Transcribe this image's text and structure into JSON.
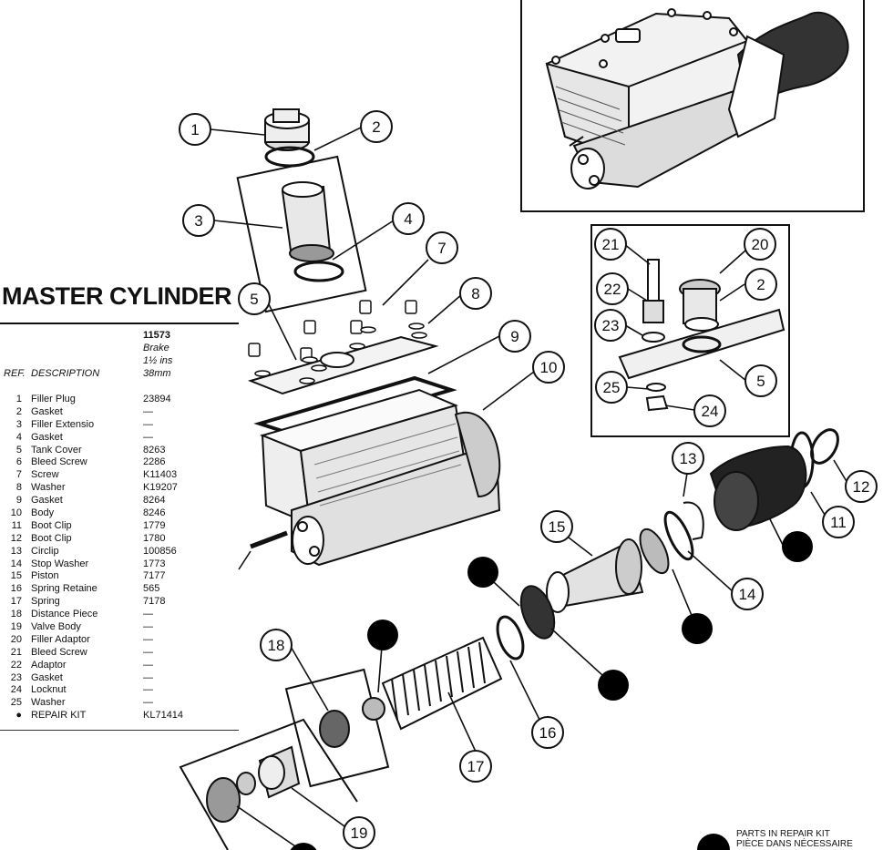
{
  "title": "MASTER CYLINDER",
  "table": {
    "code": "11573",
    "application": "Brake",
    "size_in": "1½ ins",
    "size_mm": "38mm",
    "ref_header": "REF.",
    "desc_header": "DESCRIPTION",
    "rows": [
      {
        "ref": "1",
        "desc": "Filler Plug",
        "part": "23894"
      },
      {
        "ref": "2",
        "desc": "Gasket",
        "part": "—"
      },
      {
        "ref": "3",
        "desc": "Filler Extensio",
        "part": "—"
      },
      {
        "ref": "4",
        "desc": "Gasket",
        "part": "—"
      },
      {
        "ref": "5",
        "desc": "Tank Cover",
        "part": "8263"
      },
      {
        "ref": "6",
        "desc": "Bleed Screw",
        "part": "2286"
      },
      {
        "ref": "7",
        "desc": "Screw",
        "part": "K11403"
      },
      {
        "ref": "8",
        "desc": "Washer",
        "part": "K19207"
      },
      {
        "ref": "9",
        "desc": "Gasket",
        "part": "8264"
      },
      {
        "ref": "10",
        "desc": "Body",
        "part": "8246"
      },
      {
        "ref": "11",
        "desc": "Boot Clip",
        "part": "1779"
      },
      {
        "ref": "12",
        "desc": "Boot Clip",
        "part": "1780"
      },
      {
        "ref": "13",
        "desc": "Circlip",
        "part": "100856"
      },
      {
        "ref": "14",
        "desc": "Stop Washer",
        "part": "1773"
      },
      {
        "ref": "15",
        "desc": "Piston",
        "part": "7177"
      },
      {
        "ref": "16",
        "desc": "Spring Retaine",
        "part": "565"
      },
      {
        "ref": "17",
        "desc": "Spring",
        "part": "7178"
      },
      {
        "ref": "18",
        "desc": "Distance Piece",
        "part": "—"
      },
      {
        "ref": "19",
        "desc": "Valve Body",
        "part": "—"
      },
      {
        "ref": "20",
        "desc": "Filler Adaptor",
        "part": "—"
      },
      {
        "ref": "21",
        "desc": "Bleed Screw",
        "part": "—"
      },
      {
        "ref": "22",
        "desc": "Adaptor",
        "part": "—"
      },
      {
        "ref": "23",
        "desc": "Gasket",
        "part": "—"
      },
      {
        "ref": "24",
        "desc": "Locknut",
        "part": "—"
      },
      {
        "ref": "25",
        "desc": "Washer",
        "part": "—"
      },
      {
        "ref": "●",
        "desc": "REPAIR KIT",
        "part": "KL71414"
      }
    ]
  },
  "callouts": [
    "1",
    "2",
    "3",
    "4",
    "5",
    "7",
    "8",
    "9",
    "10",
    "21",
    "20",
    "22",
    "2",
    "23",
    "5",
    "25",
    "24",
    "13",
    "12",
    "15",
    "11",
    "14",
    "18",
    "16",
    "17",
    "19"
  ],
  "legend": {
    "line1": "PARTS IN REPAIR KIT",
    "line2": "PIÈCE DANS NÉCESSAIRE"
  },
  "colors": {
    "ink": "#111111",
    "paper": "#ffffff",
    "marker": "#000000"
  }
}
